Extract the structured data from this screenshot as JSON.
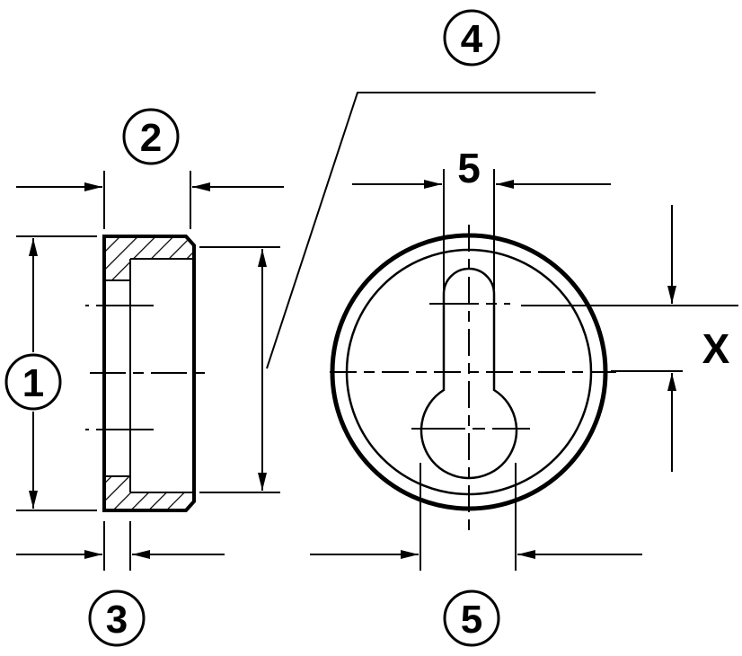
{
  "labels": {
    "callout_1": "1",
    "callout_2": "2",
    "callout_3": "3",
    "callout_4": "4",
    "callout_5": "5",
    "dim_5": "5",
    "dim_x": "X"
  },
  "colors": {
    "ink": "#000000",
    "background": "#ffffff"
  }
}
